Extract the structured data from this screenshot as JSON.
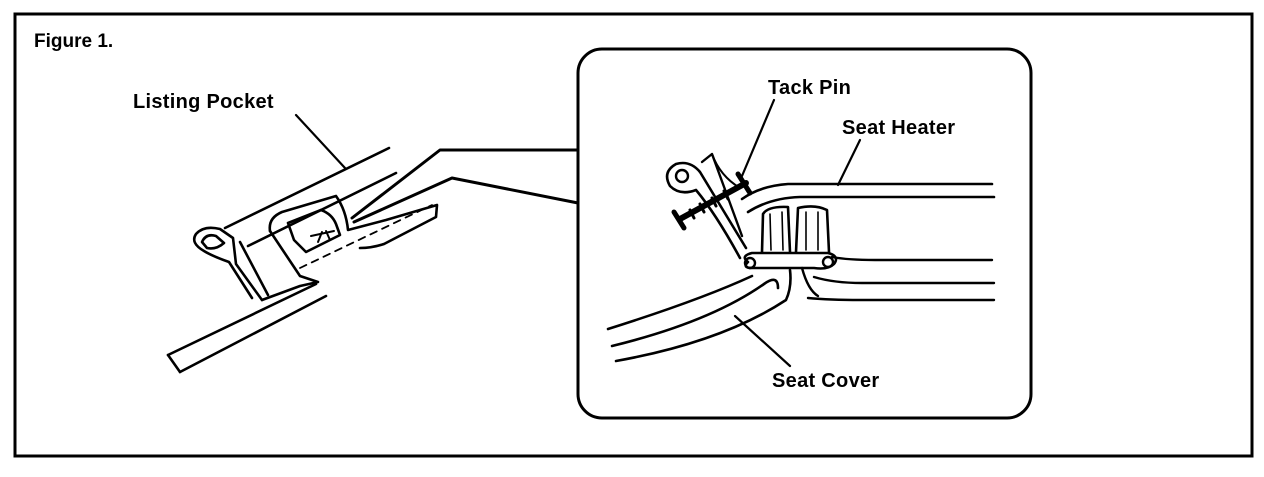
{
  "figure": {
    "title": "Figure 1.",
    "labels": {
      "listing_pocket": "Listing Pocket",
      "tack_pin": "Tack Pin",
      "seat_heater": "Seat Heater",
      "seat_cover": "Seat Cover"
    }
  }
}
